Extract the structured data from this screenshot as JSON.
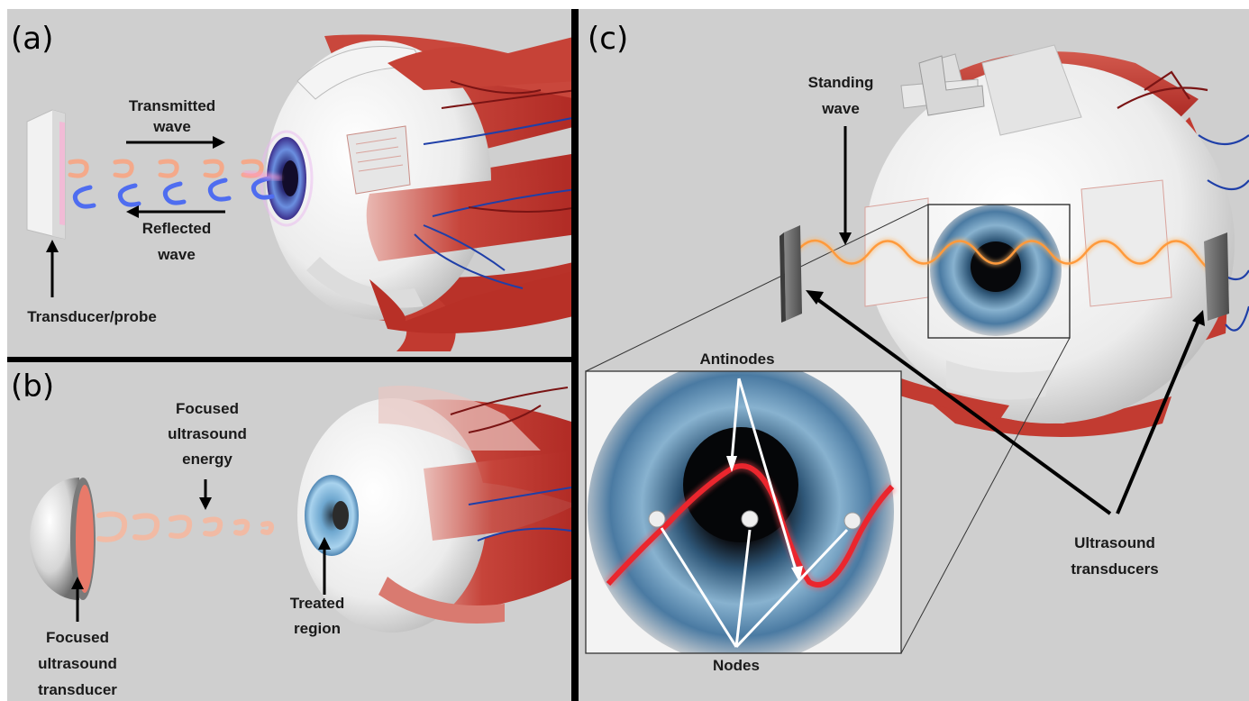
{
  "panels": {
    "a": {
      "label": "(a)",
      "transmitted_line1": "Transmitted",
      "transmitted_line2": "wave",
      "reflected_line1": "Reflected",
      "reflected_line2": "wave",
      "probe": "Transducer/probe"
    },
    "b": {
      "label": "(b)",
      "energy_line1": "Focused",
      "energy_line2": "ultrasound",
      "energy_line3": "energy",
      "treated_line1": "Treated",
      "treated_line2": "region",
      "transducer_line1": "Focused",
      "transducer_line2": "ultrasound",
      "transducer_line3": "transducer"
    },
    "c": {
      "label": "(c)",
      "standing_line1": "Standing",
      "standing_line2": "wave",
      "antinodes": "Antinodes",
      "nodes": "Nodes",
      "transducers_line1": "Ultrasound",
      "transducers_line2": "transducers"
    }
  },
  "colors": {
    "background": "#cfcfcf",
    "divider": "#000000",
    "muscle": "#c0392b",
    "vessel_red": "#8e1b1b",
    "vessel_blue": "#1f3fa8",
    "iris_blue": "#3b6c9a",
    "transmitted_wave": "#f4a98a",
    "reflected_wave": "#4f6df0",
    "standing_wave": "#ff9a3c",
    "inset_wave": "#e0141c"
  }
}
